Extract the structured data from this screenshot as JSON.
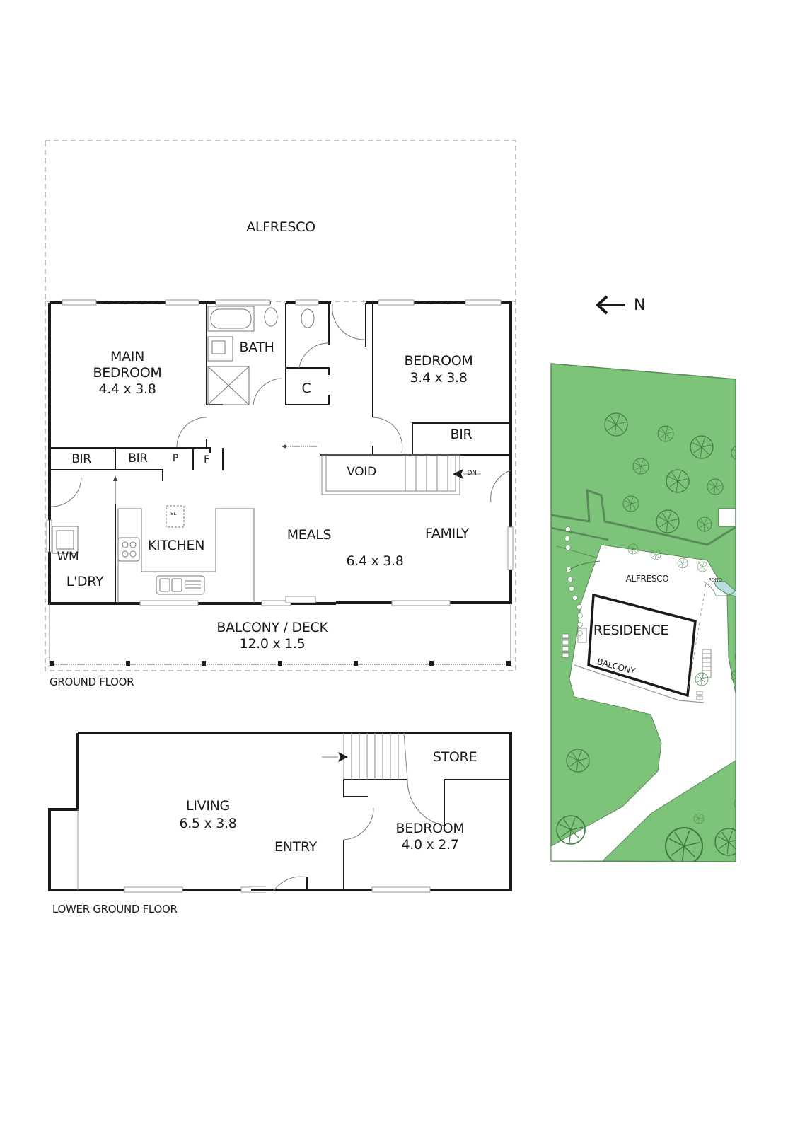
{
  "colors": {
    "wall": "#1a1a1a",
    "thin_line": "#555555",
    "window": "#9a9a9a",
    "dashed": "#9a9a9a",
    "lawn": "#7dc47a",
    "lawn_edge": "#5a8a5a",
    "tree": "#3f7a40",
    "pond": "#b8dde0",
    "paving": "#ffffff"
  },
  "compass": {
    "arrow": "left",
    "label": "N"
  },
  "ground_floor": {
    "title": "GROUND FLOOR",
    "rooms": {
      "alfresco": {
        "name": "ALFRESCO"
      },
      "main_bedroom": {
        "name_line1": "MAIN",
        "name_line2": "BEDROOM",
        "dims": "4.4 x 3.8"
      },
      "bath": {
        "name": "BATH"
      },
      "wc": {
        "name": "C"
      },
      "bedroom": {
        "name": "BEDROOM",
        "dims": "3.4 x 3.8"
      },
      "bir_bedroom": {
        "name": "BIR"
      },
      "bir_1": {
        "name": "BIR"
      },
      "bir_2": {
        "name": "BIR"
      },
      "pantry": {
        "name": "P"
      },
      "fridge": {
        "name": "F"
      },
      "void": {
        "name": "VOID"
      },
      "stairs_down": {
        "name": "DN"
      },
      "kitchen": {
        "name": "KITCHEN",
        "skylight": "SL"
      },
      "laundry": {
        "name": "L'DRY",
        "appliance": "WM"
      },
      "meals": {
        "name": "MEALS"
      },
      "family": {
        "name": "FAMILY"
      },
      "meals_family_dims": "6.4 x 3.8",
      "balcony": {
        "name": "BALCONY / DECK",
        "dims": "12.0 x 1.5"
      }
    }
  },
  "lower_ground_floor": {
    "title": "LOWER GROUND FLOOR",
    "rooms": {
      "living": {
        "name": "LIVING",
        "dims": "6.5 x 3.8"
      },
      "entry": {
        "name": "ENTRY"
      },
      "store": {
        "name": "STORE"
      },
      "bedroom": {
        "name": "BEDROOM",
        "dims": "4.0 x 2.7"
      }
    }
  },
  "site_plan": {
    "labels": {
      "alfresco": "ALFRESCO",
      "residence": "RESIDENCE",
      "balcony": "BALCONY",
      "pond": "POND"
    }
  }
}
